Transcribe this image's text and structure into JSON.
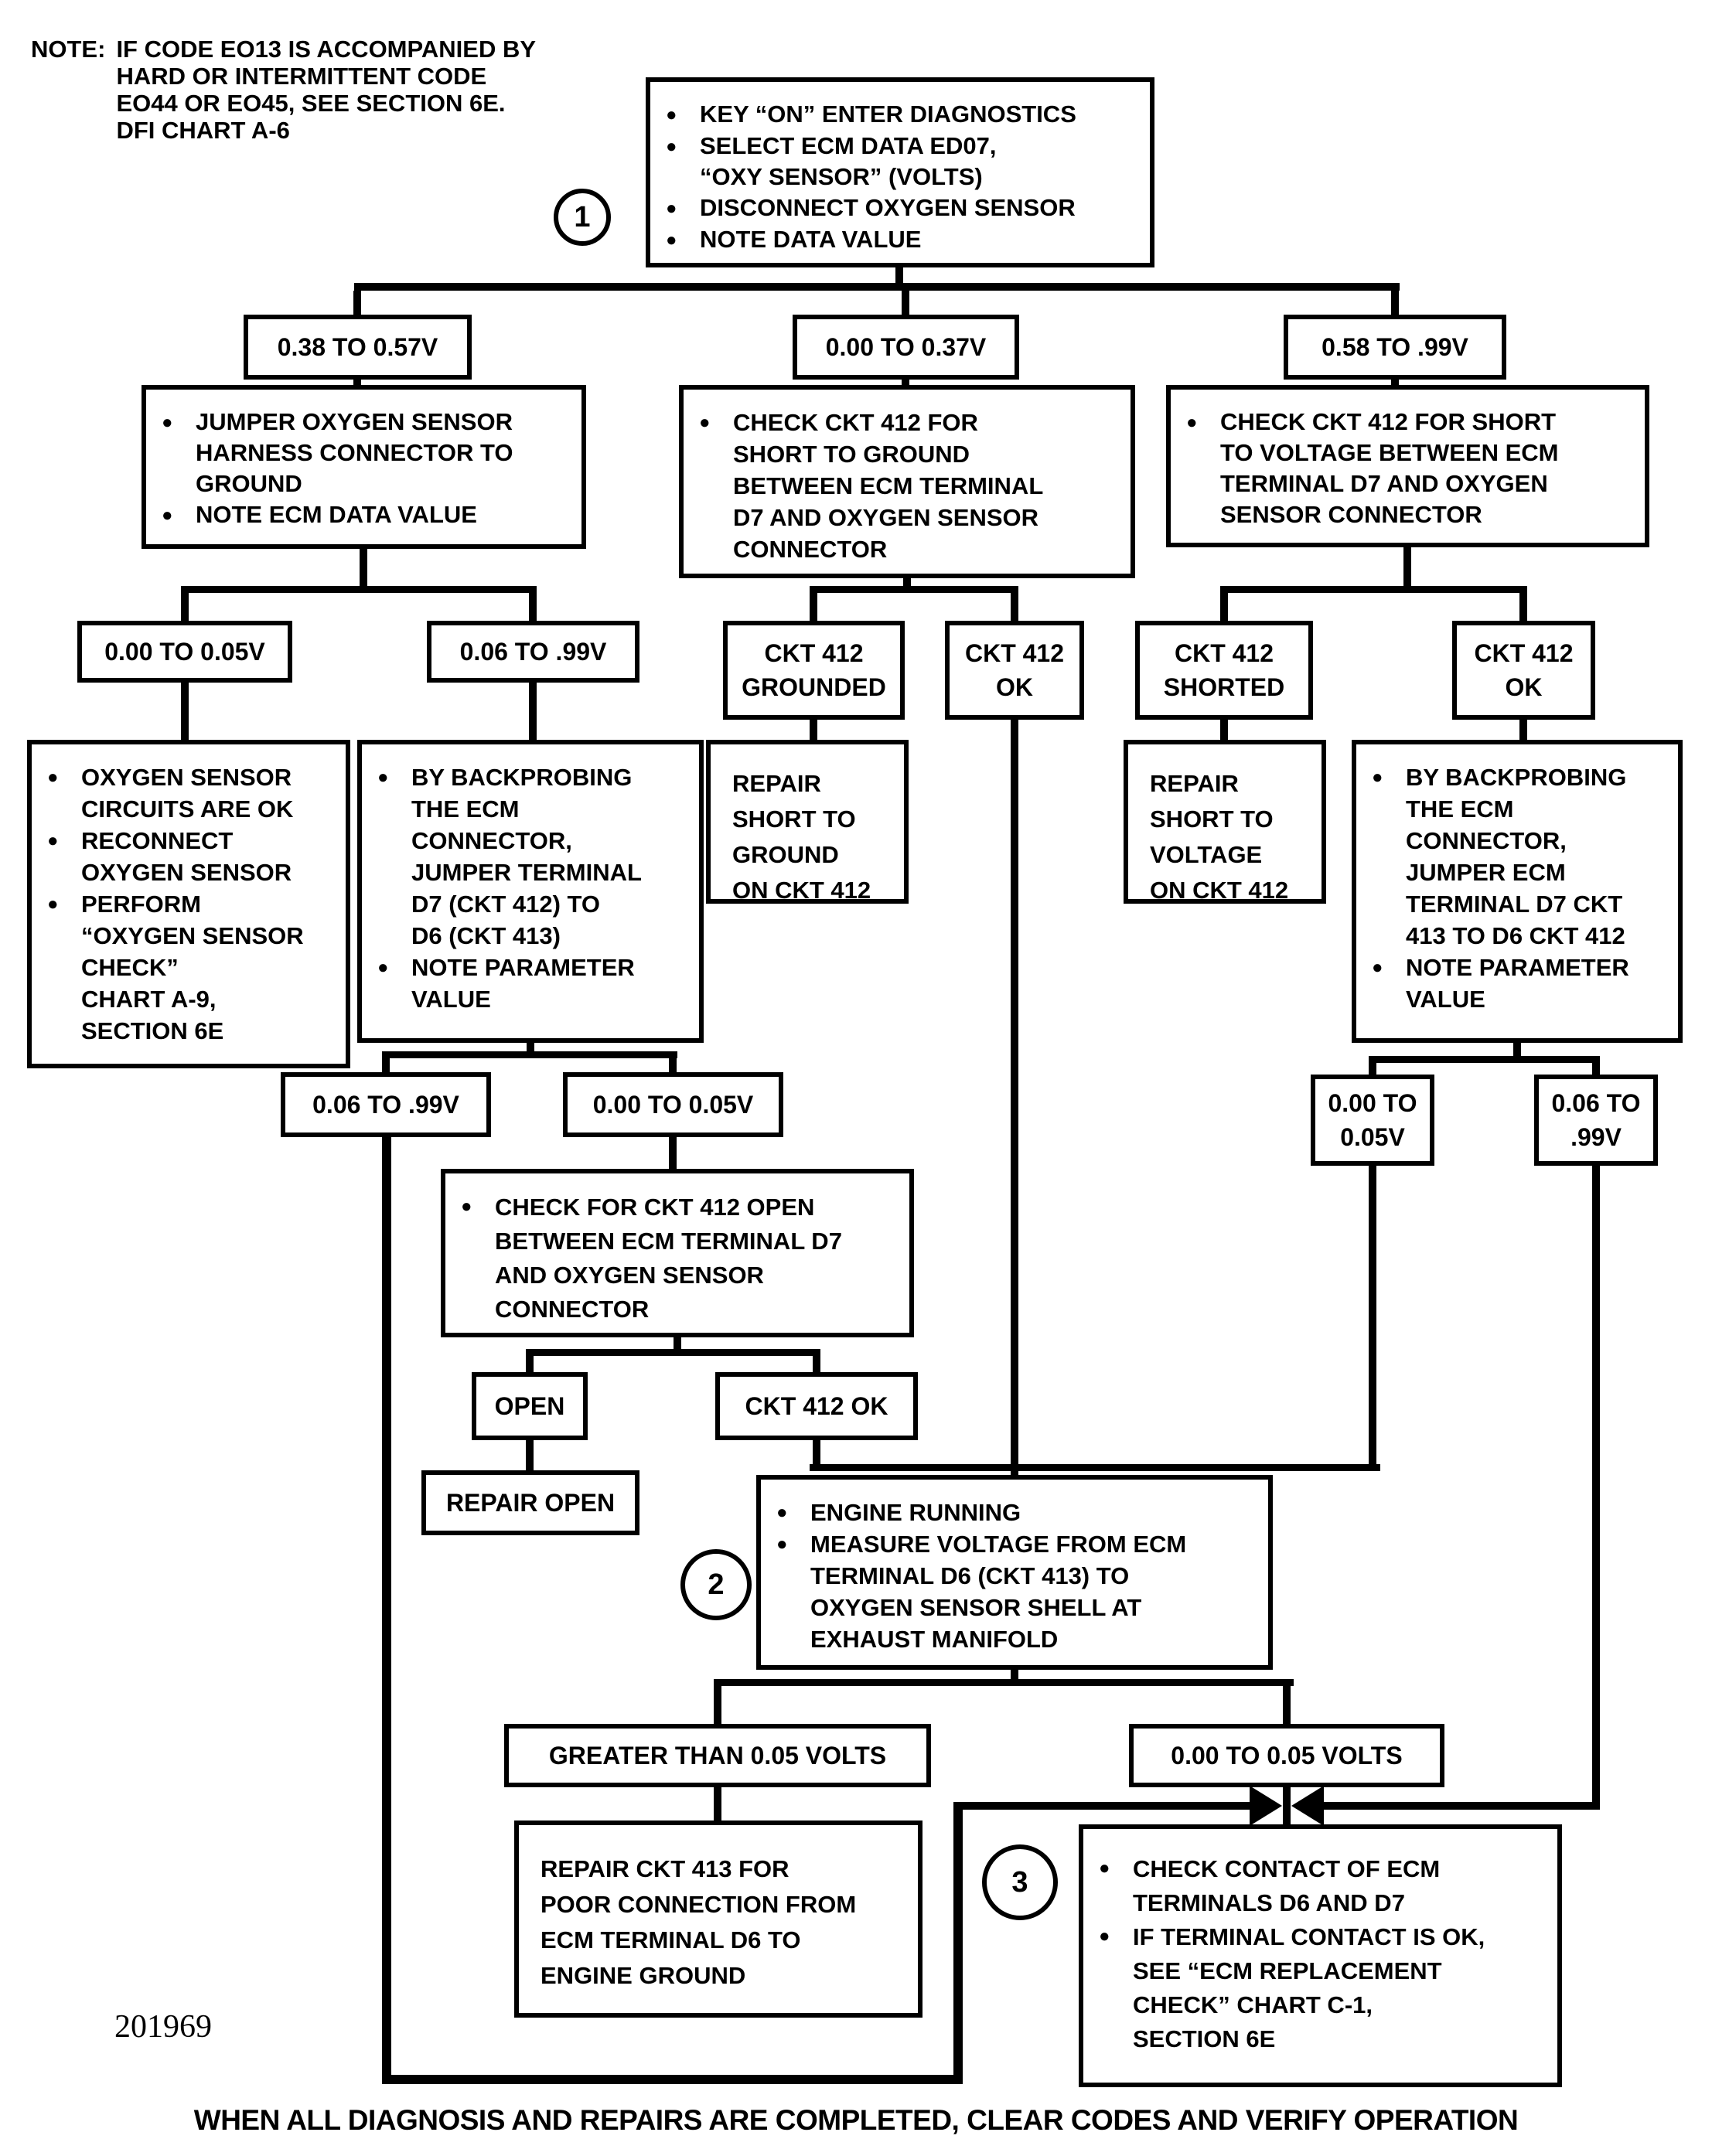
{
  "note": {
    "prefix": "NOTE:",
    "lines": [
      "IF CODE EO13 IS ACCOMPANIED BY",
      "HARD OR INTERMITTENT CODE",
      "EO44 OR EO45, SEE SECTION 6E.",
      "DFI CHART A-6"
    ]
  },
  "circles": {
    "one": "1",
    "two": "2",
    "three": "3"
  },
  "boxes": {
    "start": {
      "bullets": [
        "KEY “ON” ENTER DIAGNOSTICS",
        "SELECT ECM DATA ED07,\n“OXY SENSOR” (VOLTS)",
        "DISCONNECT OXYGEN SENSOR",
        "NOTE DATA VALUE"
      ]
    },
    "b1_range": "0.38 TO 0.57V",
    "b2_range": "0.00 TO 0.37V",
    "b3_range": "0.58 TO .99V",
    "b1_action": {
      "bullets": [
        "JUMPER OXYGEN SENSOR\nHARNESS CONNECTOR TO\nGROUND",
        "NOTE ECM DATA VALUE"
      ]
    },
    "b2_action": {
      "bullets": [
        "CHECK CKT 412 FOR\nSHORT TO GROUND\nBETWEEN ECM TERMINAL\nD7 AND OXYGEN SENSOR\nCONNECTOR"
      ]
    },
    "b3_action": {
      "bullets": [
        "CHECK CKT 412 FOR SHORT\nTO VOLTAGE BETWEEN ECM\nTERMINAL D7 AND OXYGEN\nSENSOR CONNECTOR"
      ]
    },
    "b1a_range": "0.00 TO 0.05V",
    "b1b_range": "0.06 TO .99V",
    "ck_grounded": {
      "lines": [
        "CKT 412",
        "GROUNDED"
      ]
    },
    "ck_ok_center": {
      "lines": [
        "CKT 412",
        "OK"
      ]
    },
    "ck_shorted": {
      "lines": [
        "CKT 412",
        "SHORTED"
      ]
    },
    "ck_ok_right": {
      "lines": [
        "CKT 412",
        "OK"
      ]
    },
    "b1a_result": {
      "bullets": [
        "OXYGEN SENSOR\nCIRCUITS ARE  OK",
        "RECONNECT\nOXYGEN SENSOR",
        "PERFORM\n“OXYGEN SENSOR\nCHECK”\nCHART A-9,\nSECTION 6E"
      ]
    },
    "b1b_action": {
      "bullets": [
        "BY BACKPROBING\nTHE ECM\nCONNECTOR,\nJUMPER TERMINAL\nD7 (CKT 412) TO\nD6 (CKT 413)",
        "NOTE PARAMETER\nVALUE"
      ]
    },
    "repair_ground": {
      "text": "REPAIR\nSHORT TO\nGROUND\nON CKT 412"
    },
    "repair_voltage": {
      "text": "REPAIR\nSHORT TO\nVOLTAGE\nON CKT 412"
    },
    "b3_action2": {
      "bullets": [
        "BY BACKPROBING\nTHE ECM\nCONNECTOR,\nJUMPER ECM\nTERMINAL D7 CKT\n413 TO D6 CKT 412",
        "NOTE PARAMETER\nVALUE"
      ]
    },
    "b1b1_range": "0.06 TO .99V",
    "b1b2_range": "0.00 TO 0.05V",
    "b3b1_range": {
      "lines": [
        "0.00 TO",
        "0.05V"
      ]
    },
    "b3b2_range": {
      "lines": [
        "0.06 TO",
        ".99V"
      ]
    },
    "check_open": {
      "bullets": [
        "CHECK FOR CKT 412  OPEN\nBETWEEN ECM TERMINAL D7\nAND OXYGEN SENSOR\nCONNECTOR"
      ]
    },
    "open_label": "OPEN",
    "ck412_ok_mid": "CKT 412 OK",
    "repair_open": "REPAIR OPEN",
    "node2": {
      "bullets": [
        "ENGINE RUNNING",
        "MEASURE VOLTAGE FROM ECM\nTERMINAL D6 (CKT 413) TO\nOXYGEN SENSOR SHELL AT\nEXHAUST MANIFOLD"
      ]
    },
    "greater_label": "GREATER THAN 0.05 VOLTS",
    "zero_label": "0.00 TO 0.05 VOLTS",
    "repair_413": {
      "text": "REPAIR CKT 413 FOR\nPOOR CONNECTION FROM\nECM TERMINAL D6 TO\nENGINE GROUND"
    },
    "node3": {
      "bullets": [
        "CHECK CONTACT OF ECM\nTERMINALS D6 AND D7",
        "IF TERMINAL CONTACT IS OK,\nSEE “ECM REPLACEMENT\nCHECK” CHART C-1,\nSECTION 6E"
      ]
    }
  },
  "doc_number": "201969",
  "footer": {
    "text": "WHEN ALL DIAGNOSIS AND REPAIRS ARE COMPLETED, CLEAR CODES AND VERIFY OPERATION"
  }
}
